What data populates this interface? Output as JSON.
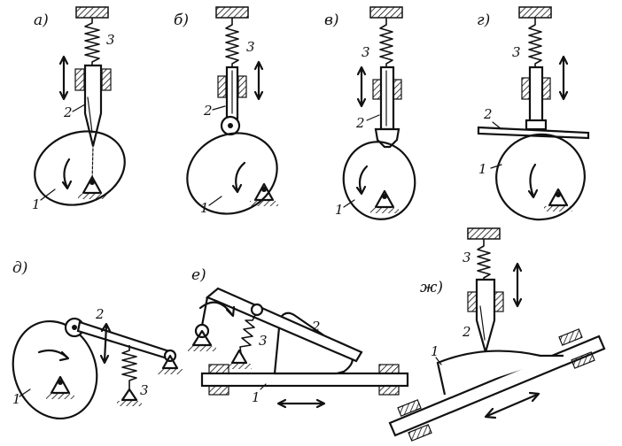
{
  "panels": [
    {
      "id": "a",
      "label": "а)",
      "parts": {
        "cam": "1",
        "follower": "2",
        "spring": "3"
      }
    },
    {
      "id": "b",
      "label": "б)",
      "parts": {
        "cam": "1",
        "follower": "2",
        "spring": "3"
      }
    },
    {
      "id": "v",
      "label": "в)",
      "parts": {
        "cam": "1",
        "follower": "2",
        "spring": "3"
      }
    },
    {
      "id": "g",
      "label": "г)",
      "parts": {
        "cam": "1",
        "follower": "2",
        "spring": "3"
      }
    },
    {
      "id": "d",
      "label": "д)",
      "parts": {
        "cam": "1",
        "follower": "2",
        "spring": "3"
      }
    },
    {
      "id": "e",
      "label": "е)",
      "parts": {
        "cam": "1",
        "follower": "2",
        "spring": "3"
      }
    },
    {
      "id": "zh",
      "label": "ж)",
      "parts": {
        "cam": "1",
        "follower": "2",
        "spring": "3"
      }
    }
  ]
}
